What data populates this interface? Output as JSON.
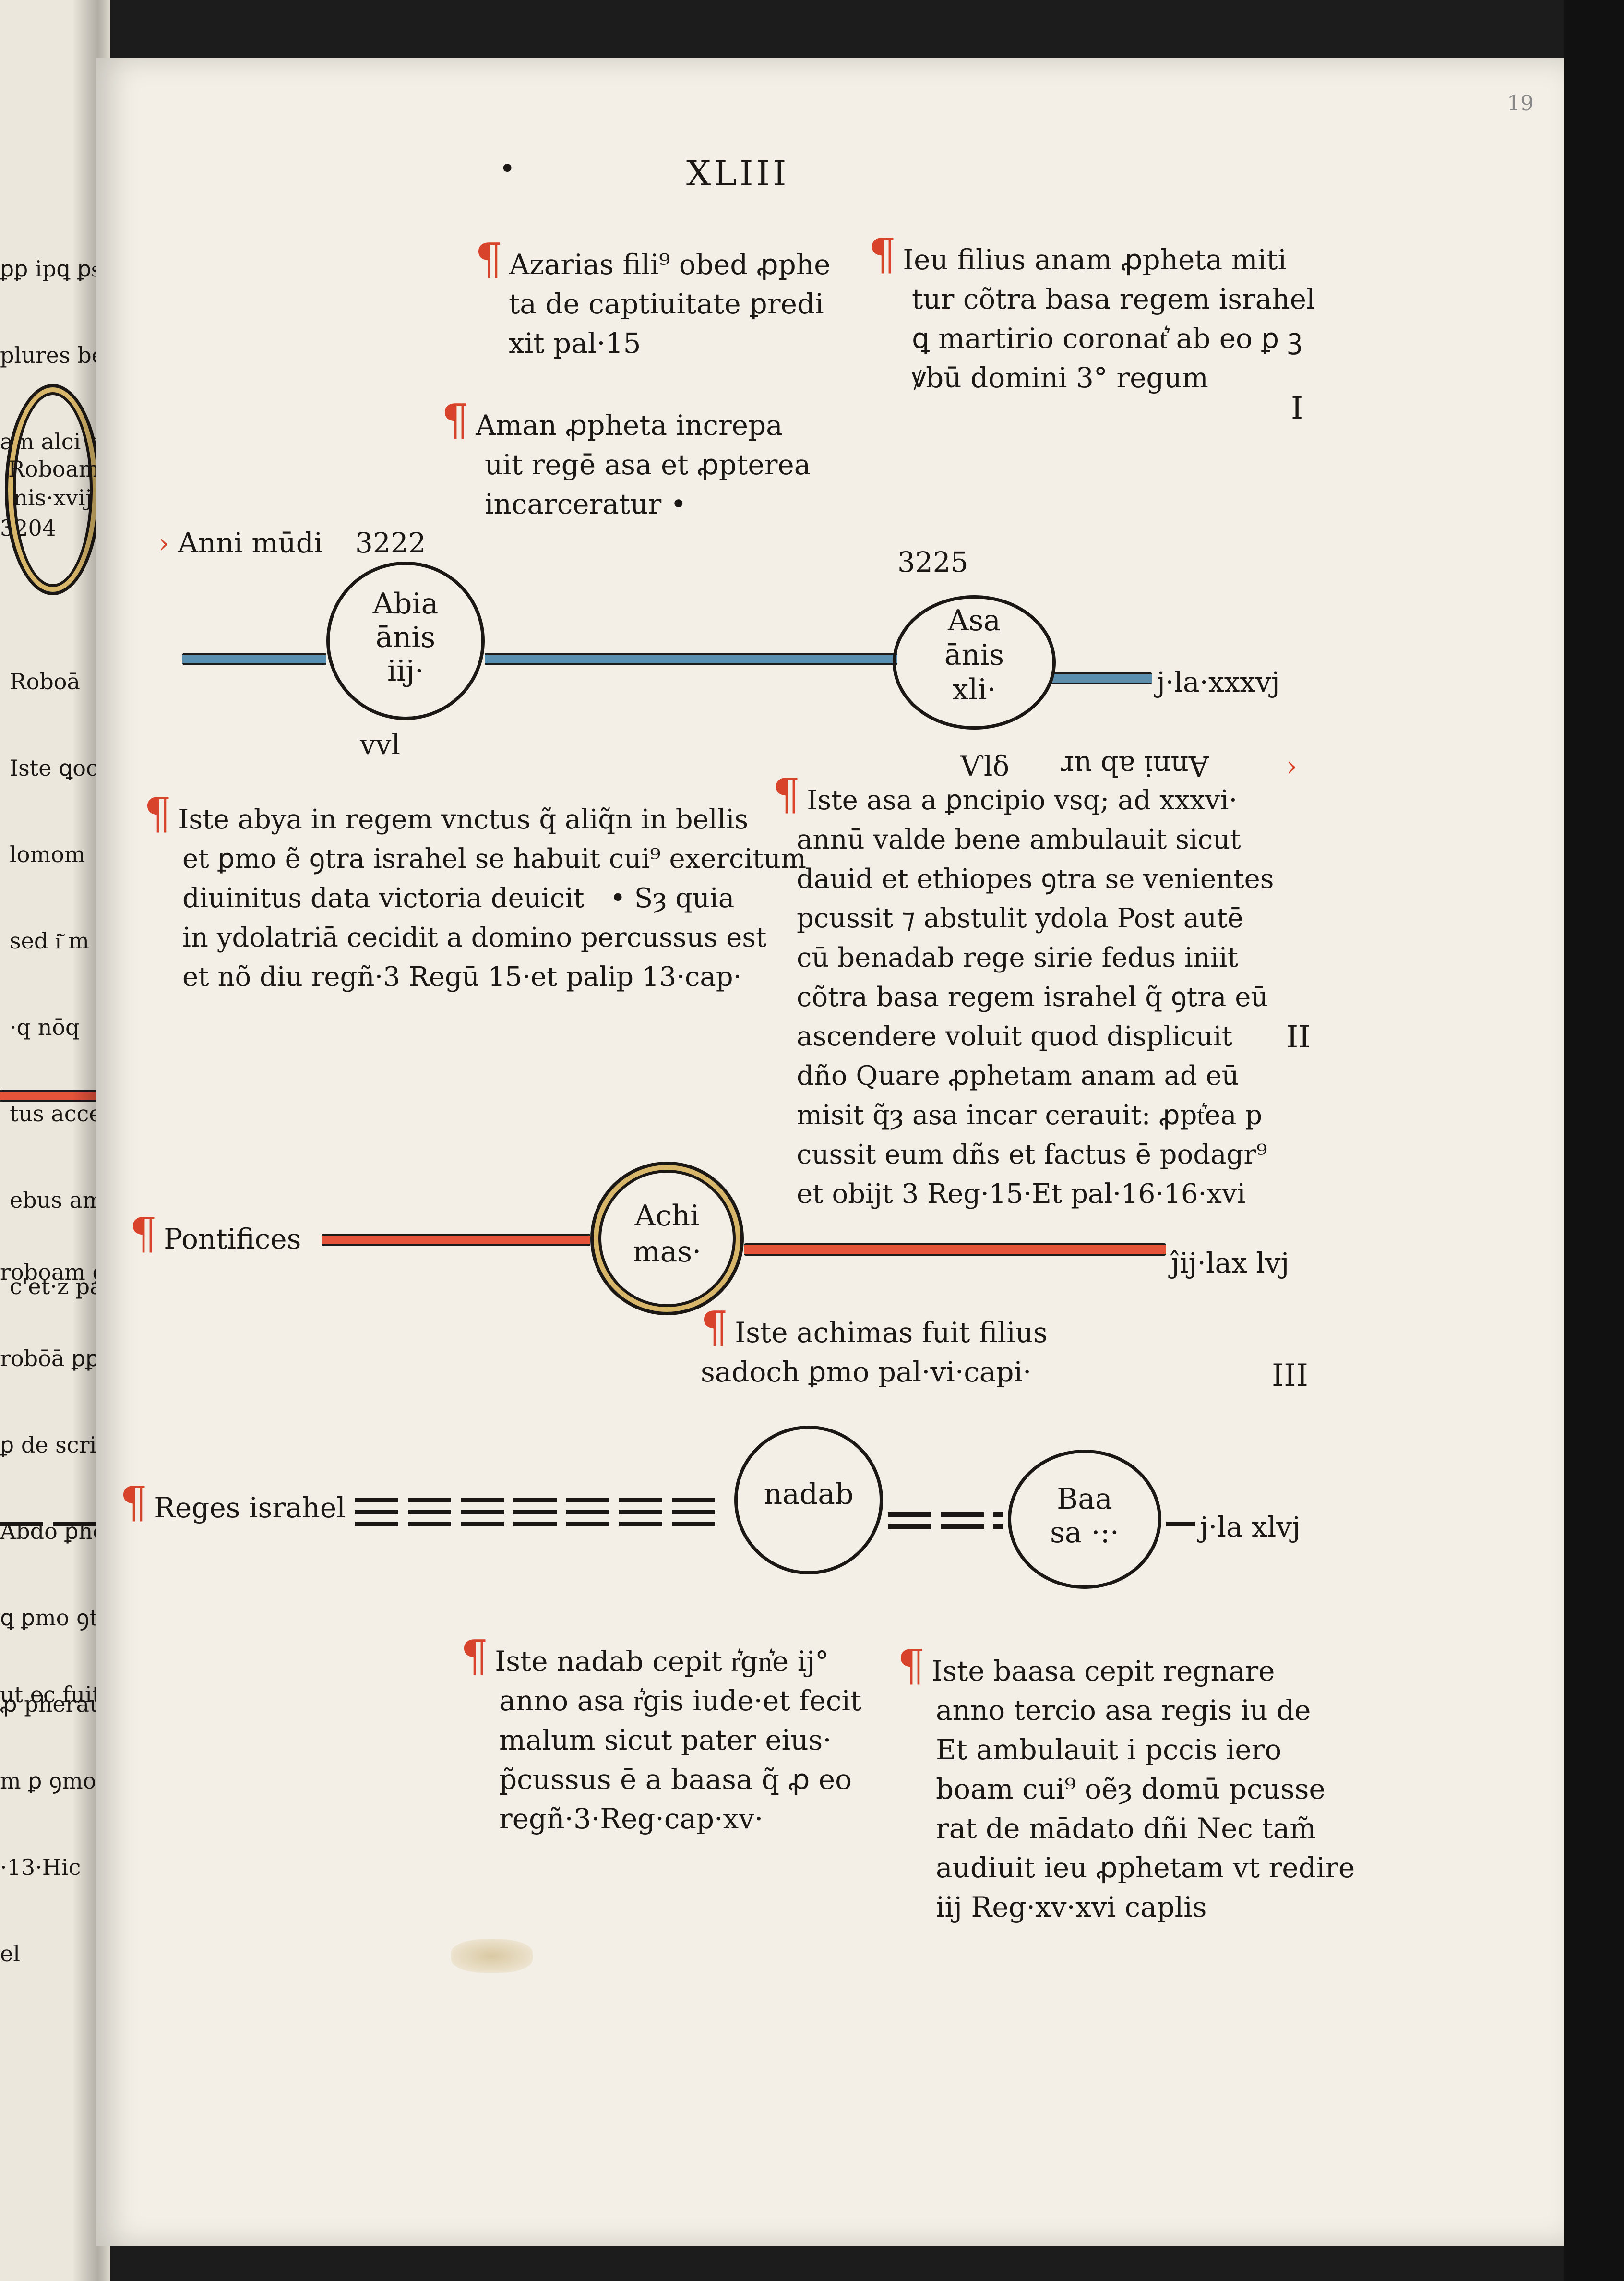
{
  "page": {
    "folio_roman": "XLIII",
    "page_number_pencil": "19",
    "bullet": "•"
  },
  "colors": {
    "rubric_red": "#d8432b",
    "line_blue": "#5b8fb0",
    "line_red": "#e5533a",
    "circle_gold": "#d9b76a"
  },
  "notes": {
    "azarias": [
      "Azarias fili⁹ obed ꝓphe",
      "ta de captiuitate ꝑredi",
      "xit pal·15"
    ],
    "ieu": [
      "Ieu filius anam ꝓpheta miti",
      "tur cõtra basa regem israhel",
      "ꝗ martirio coronat͛ ab eo ꝑ ꝫ",
      "ꝟbū domini 3° regum"
    ],
    "aman": [
      "Aman ꝓpheta increpa",
      "uit regē asa et ꝓpterea",
      "incarceratur •"
    ],
    "abya": [
      "Iste abya in regem vnctus q̃ aliq̃n in bellis",
      "et ꝑmo ẽ ꝯtra israhel se habuit cui⁹ exercitum",
      "diuinitus data victoria deuicit   • Sȝ quia",
      "in ydolatriā cecidit a domino percussus est",
      "et nõ diu regñ·3 Regū 15·et palip 13·cap·"
    ],
    "asa": [
      "Iste asa a ꝑncipio vsq; ad xxxvi·",
      "annū valde bene ambulauit sicut",
      "dauid et ethiopes ꝯtra se venientes",
      "pcussit ⁊ abstulit ydola Post autē",
      "cū benadab rege sirie fedus iniit",
      "cõtra basa regem israhel q̃ ꝯtra eū",
      "ascendere voluit quod displicuit",
      "dño Quare ꝓphetam anam ad eū",
      "misit q̃ȝ asa incar cerauit: ꝓpt͛ea p",
      "cussit eum dñs et factus ē podagr⁹",
      "et obijt 3 Reg·15·Et pal·16·16·xvi"
    ],
    "achimas": [
      "Iste achimas fuit filius",
      "sadoch ꝑmo pal·vi·capi·"
    ],
    "nadab": [
      "Iste nadab cepit r͛gn͛e ij°",
      "anno asa r͛gis iude·et fecit",
      "malum sicut pater eius·",
      "p̃cussus ē a baasa q̃ ꝓ eo",
      "regñ·3·Reg·cap·xv·"
    ],
    "baasa": [
      "Iste baasa cepit regnare",
      "anno tercio asa regis iu de",
      "Et ambulauit i pccis iero",
      "boam cui⁹ oẽȝ domū pcusse",
      "rat de mādato dñi Nec tam̃",
      "audiuit ieu ꝓphetam vt redire",
      "iij Reg·xv·xvi caplis"
    ]
  },
  "section_marks": {
    "one": "I",
    "two": "II",
    "three": "III"
  },
  "timeline": {
    "anni_mundi_label": "Anni mūdi",
    "anni_mundi_value": "3222",
    "abia_circle": [
      "Abia",
      "ānis",
      "iij·"
    ],
    "abia_below": "vvl",
    "asa_year": "3225",
    "asa_circle": [
      "Asa",
      "ānis",
      "xli·"
    ],
    "asa_right": "j·la·xxxvj",
    "anni_inverted": "Anni ab ur",
    "asa_below": "Ѵlδ",
    "pontifices_label": "Pontifices",
    "achimas_circle": [
      "Achi",
      "mas·"
    ],
    "pontifices_right": "ĵij·lax lvj",
    "reges_label": "Reges israhel",
    "nadab_circle": [
      "nadab"
    ],
    "baasa_circle": [
      "Baa",
      "sa ·:·"
    ],
    "reges_right": "j·la xlvj"
  },
  "left_page": {
    "top_lines": [
      "ꝑꝑ ipꝗ ꝑs͛ꝑ",
      "plures bello",
      "am alci dit",
      "3204"
    ],
    "circle": [
      "Roboam a",
      "nis·xvij"
    ],
    "mid_lines": [
      "Roboā",
      "Iste ꝗocl",
      "lomom",
      "sed i͂ m",
      "·q nōq",
      "tus acce",
      "ebus am",
      "c'et·z pal"
    ],
    "low_lines": [
      "roboam gi regn",
      "robōā ꝑꝑ",
      "ꝑ de scrip",
      "Abdo ꝑhe",
      "ꝗ ꝑmo ꝯtr",
      "ꝓ pherauit"
    ],
    "bottom_lines": [
      "ut ec fuit",
      "m ꝑ ꝯmo",
      "·13·Hic",
      "el"
    ]
  }
}
